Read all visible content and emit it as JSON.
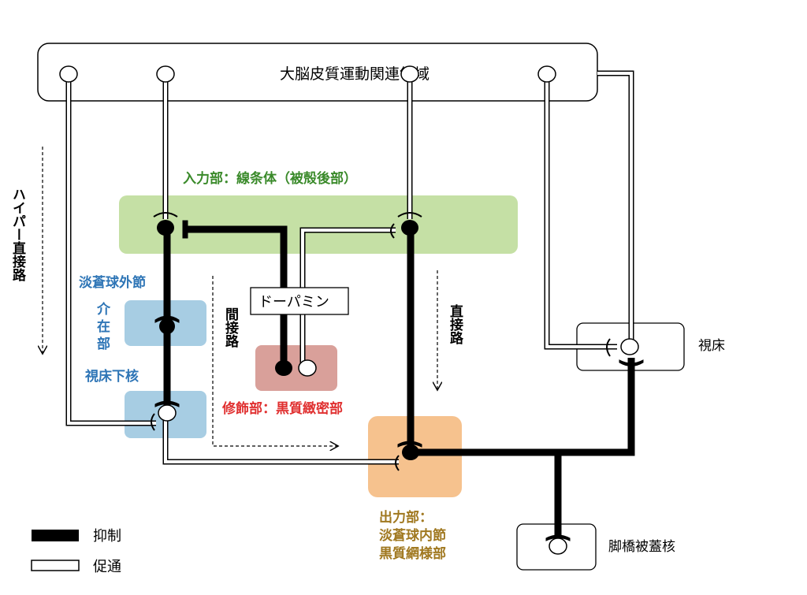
{
  "cortex": {
    "label": "大脳皮質運動関連領域"
  },
  "striatum": {
    "label": "入力部：線条体（被殻後部）"
  },
  "gpe": {
    "label": "淡蒼球外節"
  },
  "interposed": {
    "label": "介\n在\n部"
  },
  "stn": {
    "label": "視床下核"
  },
  "dopamine": {
    "label": "ドーパミン"
  },
  "modulator": {
    "label": "修飾部：黒質緻密部"
  },
  "output": {
    "label_lines": [
      "出力部：",
      "淡蒼球内節",
      "黒質網様部"
    ]
  },
  "thalamus": {
    "label": "視床"
  },
  "ppn": {
    "label": "脚橋被蓋核"
  },
  "pathways": {
    "hyperdirect": "ハイパー直接路",
    "indirect": "間接路",
    "direct": "直接路"
  },
  "legend": {
    "inhibit": "抑制",
    "excite": "促通"
  },
  "colors": {
    "striatum": "#c5e0a5",
    "striatum_text": "#3a8a2a",
    "gpe": "#a7cde3",
    "gpe_text": "#2e75b6",
    "modulator": "#d9a09a",
    "modulator_text": "#e03030",
    "output": "#f6c28e",
    "output_text": "#a07820"
  }
}
